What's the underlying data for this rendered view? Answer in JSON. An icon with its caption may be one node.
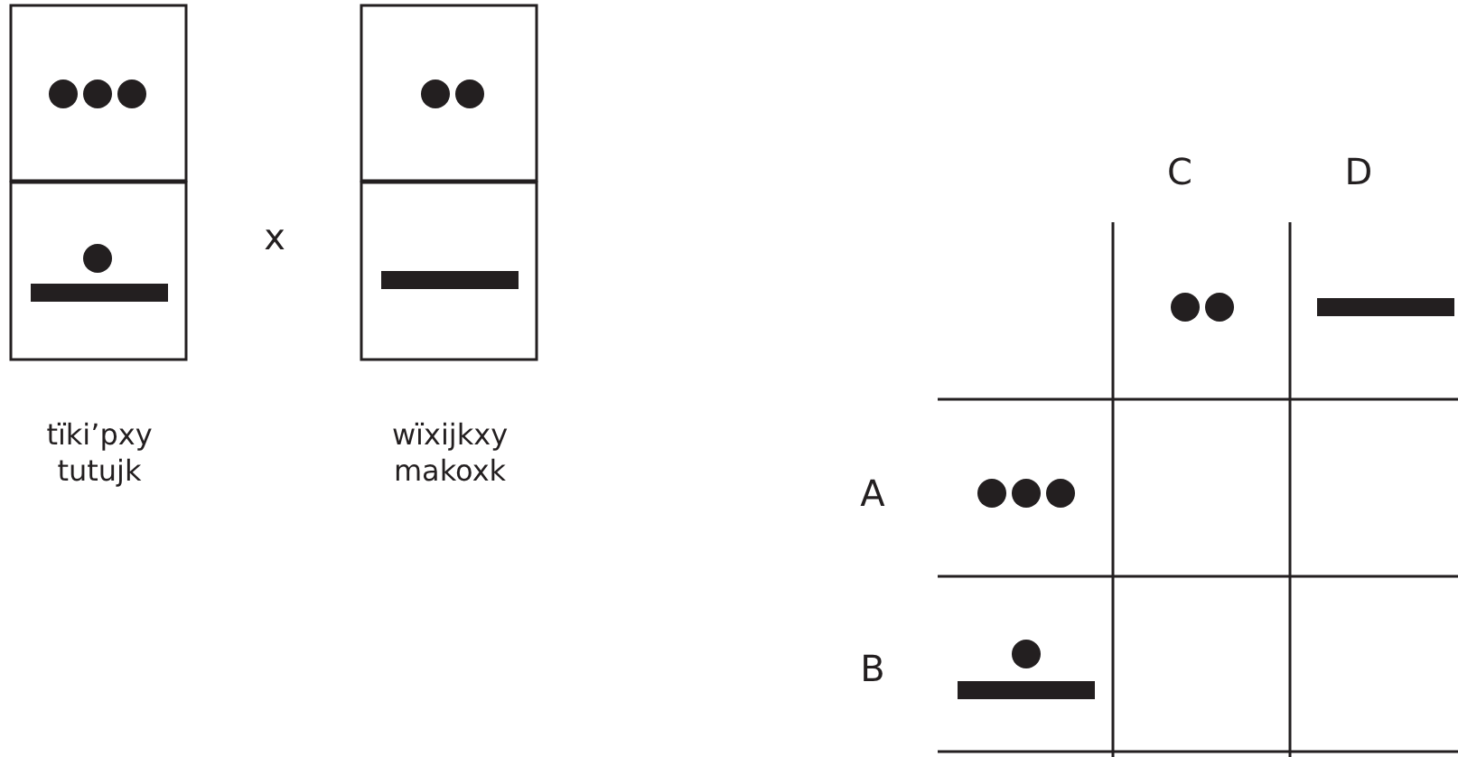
{
  "diagram": {
    "labels": [
      "x",
      "tïki’pxy tutujk",
      "wïxijkxy makoxk",
      "C",
      "D",
      "A",
      "B"
    ]
  }
}
